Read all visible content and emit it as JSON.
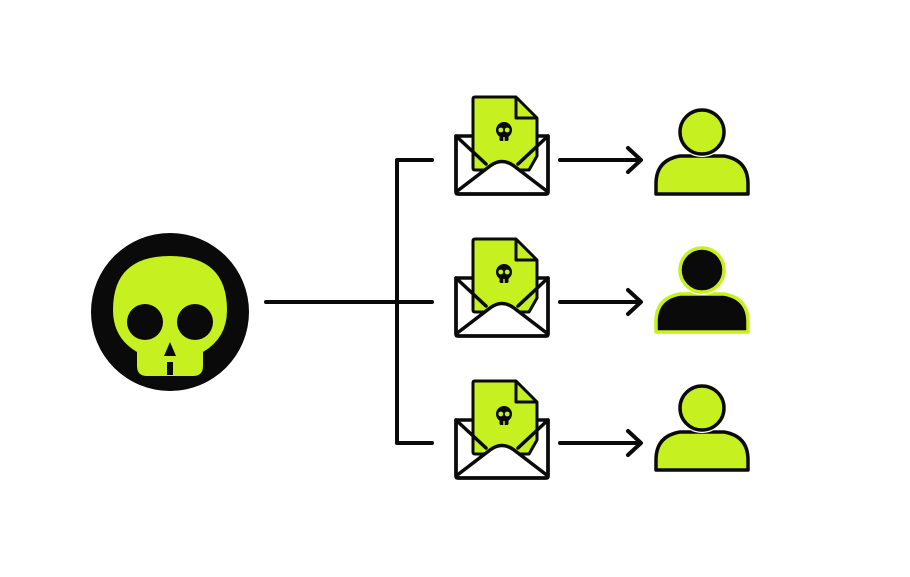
{
  "colors": {
    "accent": "#c6f01f",
    "ink": "#0a0a0a",
    "paper": "#ffffff"
  },
  "attacker": {
    "icon": "skull-icon"
  },
  "messages": [
    {
      "icon": "malicious-email-icon",
      "recipient_icon": "user-icon",
      "recipient_style": "normal"
    },
    {
      "icon": "malicious-email-icon",
      "recipient_icon": "user-icon",
      "recipient_style": "compromised"
    },
    {
      "icon": "malicious-email-icon",
      "recipient_icon": "user-icon",
      "recipient_style": "normal"
    }
  ]
}
